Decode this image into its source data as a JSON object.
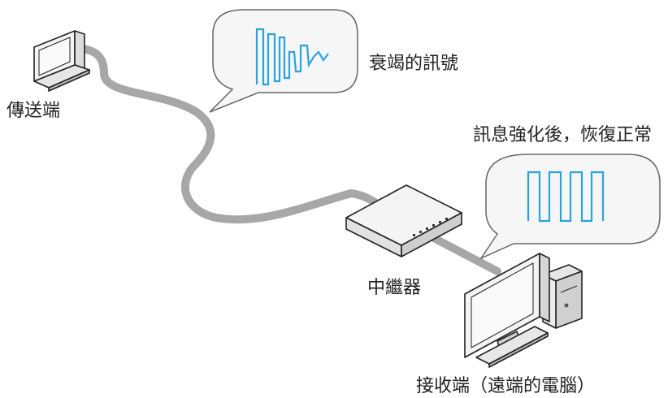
{
  "labels": {
    "sender": "傳送端",
    "weak_signal": "衰竭的訊號",
    "restored_signal": "訊息強化後，恢復正常",
    "repeater": "中繼器",
    "receiver": "接收端（遠端的電腦）"
  },
  "colors": {
    "background": "#ffffff",
    "cable": "#a7a7a7",
    "signal": "#29a3dc",
    "bubble_fill": "#f6f6f6",
    "bubble_stroke": "#666666",
    "device_fill": "#f4f4f4",
    "device_stroke": "#222222",
    "label_text": "#222222"
  },
  "icons": {
    "sender": "laptop-icon",
    "repeater": "network-repeater-icon",
    "receiver": "desktop-computer-icon"
  }
}
